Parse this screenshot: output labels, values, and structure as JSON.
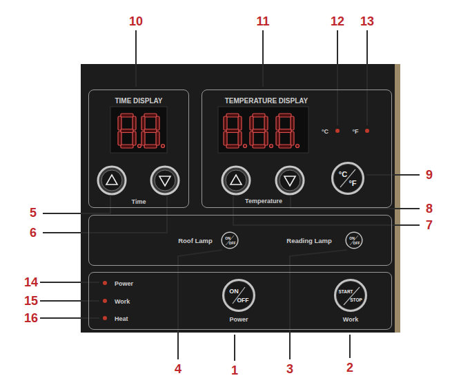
{
  "diagram": {
    "nodes": [
      {
        "text": [
          "TIME DISPLAY",
          "Time"
        ]
      },
      {
        "text": [
          "TEMPERATURE DISPLAY",
          "°C",
          "°F",
          "Temperature"
        ]
      },
      {
        "text": [
          "°C",
          "°F"
        ],
        "in": 1
      },
      {
        "text": [
          "Roof Lamp",
          "Reading Lamp"
        ]
      },
      {
        "text": [
          "ON",
          "OFF"
        ],
        "in": 3
      },
      {
        "text": [
          "ON",
          "OFF"
        ],
        "in": 3
      },
      {
        "text": [
          "Power",
          "Work",
          "Heat",
          "Power",
          "Work"
        ]
      },
      {
        "text": [
          "ON",
          "OFF"
        ],
        "in": 6
      },
      {
        "text": [
          "START",
          "STOP"
        ],
        "in": 6
      }
    ],
    "labels": [
      "10",
      "11",
      "12",
      "13",
      "9",
      "5",
      "6",
      "8",
      "7",
      "14",
      "15",
      "16",
      "4",
      "1",
      "3",
      "2"
    ]
  }
}
